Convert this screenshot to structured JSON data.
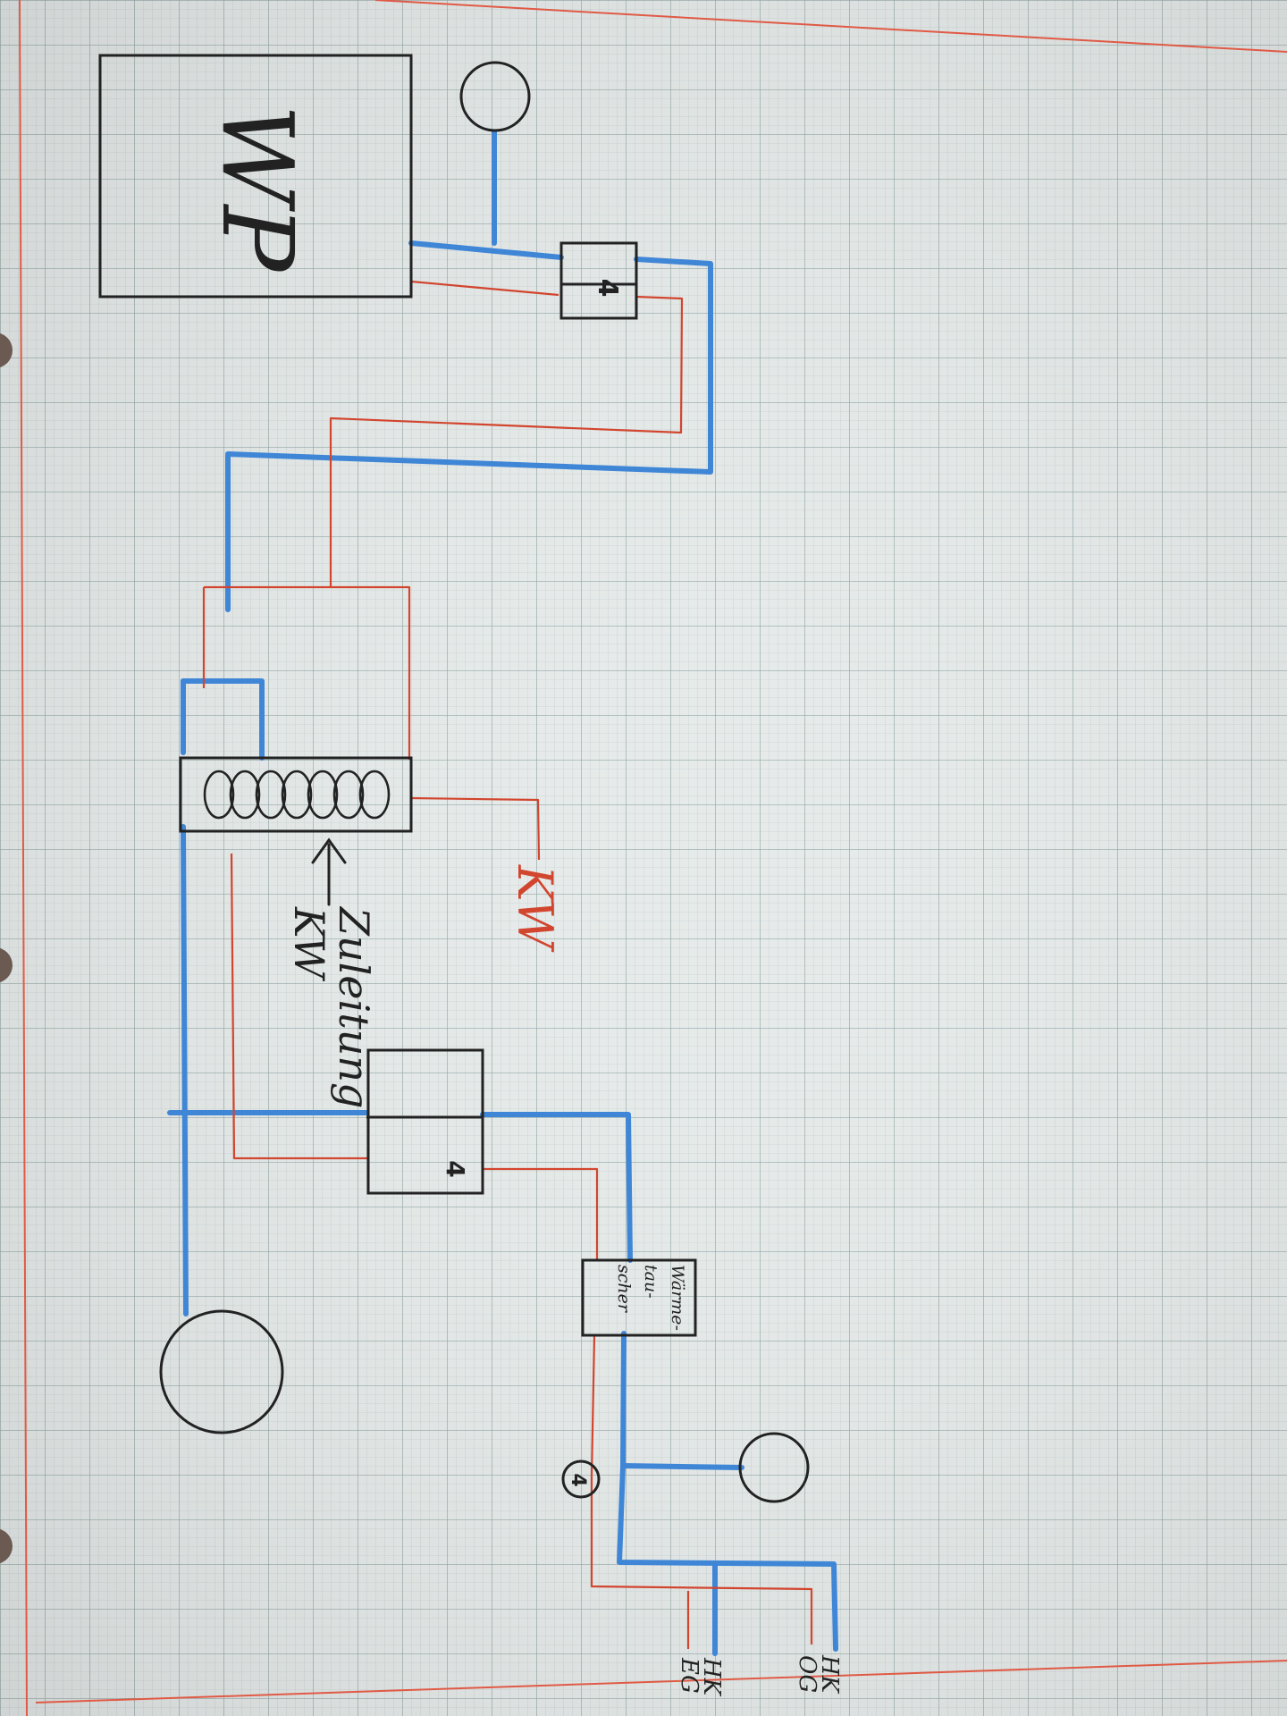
{
  "diagram": {
    "colors": {
      "paper": "#e6ebea",
      "grid_fine": "#b9c7c6",
      "grid_major": "#93a7a6",
      "margin_line": "#e05a45",
      "cold_pipe": "#3f86d6",
      "hot_pipe": "#d2452e",
      "ink": "#222222"
    },
    "heat_pump": {
      "label": "WP"
    },
    "pumps": {
      "symbol": "4"
    },
    "heat_exchanger": {
      "lines": [
        "Wärme-",
        "tau-",
        "scher"
      ]
    },
    "coil_storage": {
      "arrow_label_lines": [
        "Zuleitung",
        "KW"
      ]
    },
    "kw_outlet": {
      "label": "KW"
    },
    "outlets": {
      "og": {
        "lines": [
          "HK",
          "OG"
        ]
      },
      "eg": {
        "lines": [
          "HK",
          "EG"
        ]
      }
    }
  }
}
